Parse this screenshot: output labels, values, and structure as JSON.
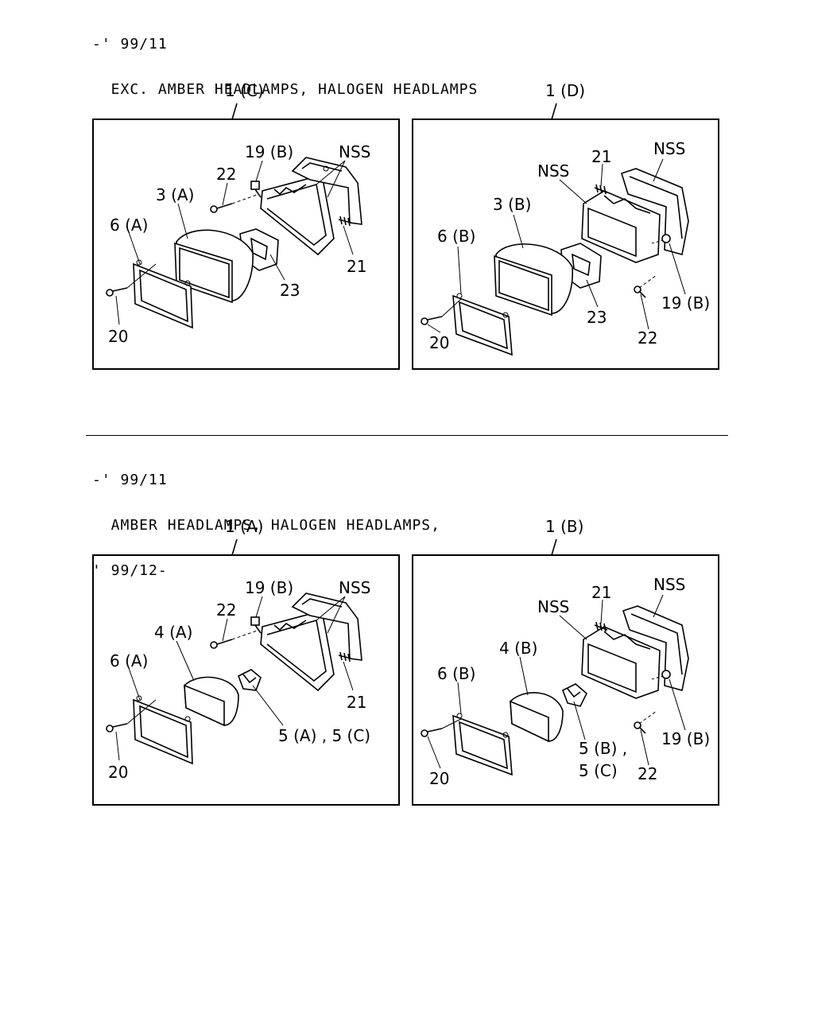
{
  "section1": {
    "line1": "-' 99/11",
    "line2": "  EXC. AMBER HEADLAMPS, HALOGEN HEADLAMPS"
  },
  "section2": {
    "line1": "-' 99/11",
    "line2": "  AMBER HEADLAMPS, HALOGEN HEADLAMPS,",
    "line3": "' 99/12-"
  },
  "panels": {
    "c": {
      "title": "1 (C)",
      "labels": {
        "l19b": "19 (B)",
        "nss": "NSS",
        "l22": "22",
        "l3a": "3 (A)",
        "l6a": "6 (A)",
        "l21": "21",
        "l23": "23",
        "l20": "20"
      }
    },
    "d": {
      "title": "1 (D)",
      "labels": {
        "nss1": "NSS",
        "nss2": "NSS",
        "l21": "21",
        "l3b": "3 (B)",
        "l6b": "6 (B)",
        "l19b": "19 (B)",
        "l23": "23",
        "l22": "22",
        "l20": "20"
      }
    },
    "a": {
      "title": "1 (A)",
      "labels": {
        "l19b": "19 (B)",
        "nss": "NSS",
        "l22": "22",
        "l4a": "4 (A)",
        "l6a": "6 (A)",
        "l21": "21",
        "l5": "5 (A) , 5 (C)",
        "l20": "20"
      }
    },
    "b": {
      "title": "1 (B)",
      "labels": {
        "nss1": "NSS",
        "nss2": "NSS",
        "l21": "21",
        "l4b": "4 (B)",
        "l6b": "6 (B)",
        "l19b": "19 (B)",
        "l5b": "5 (B) ,",
        "l5c": "5 (C)",
        "l22": "22",
        "l20": "20"
      }
    }
  }
}
